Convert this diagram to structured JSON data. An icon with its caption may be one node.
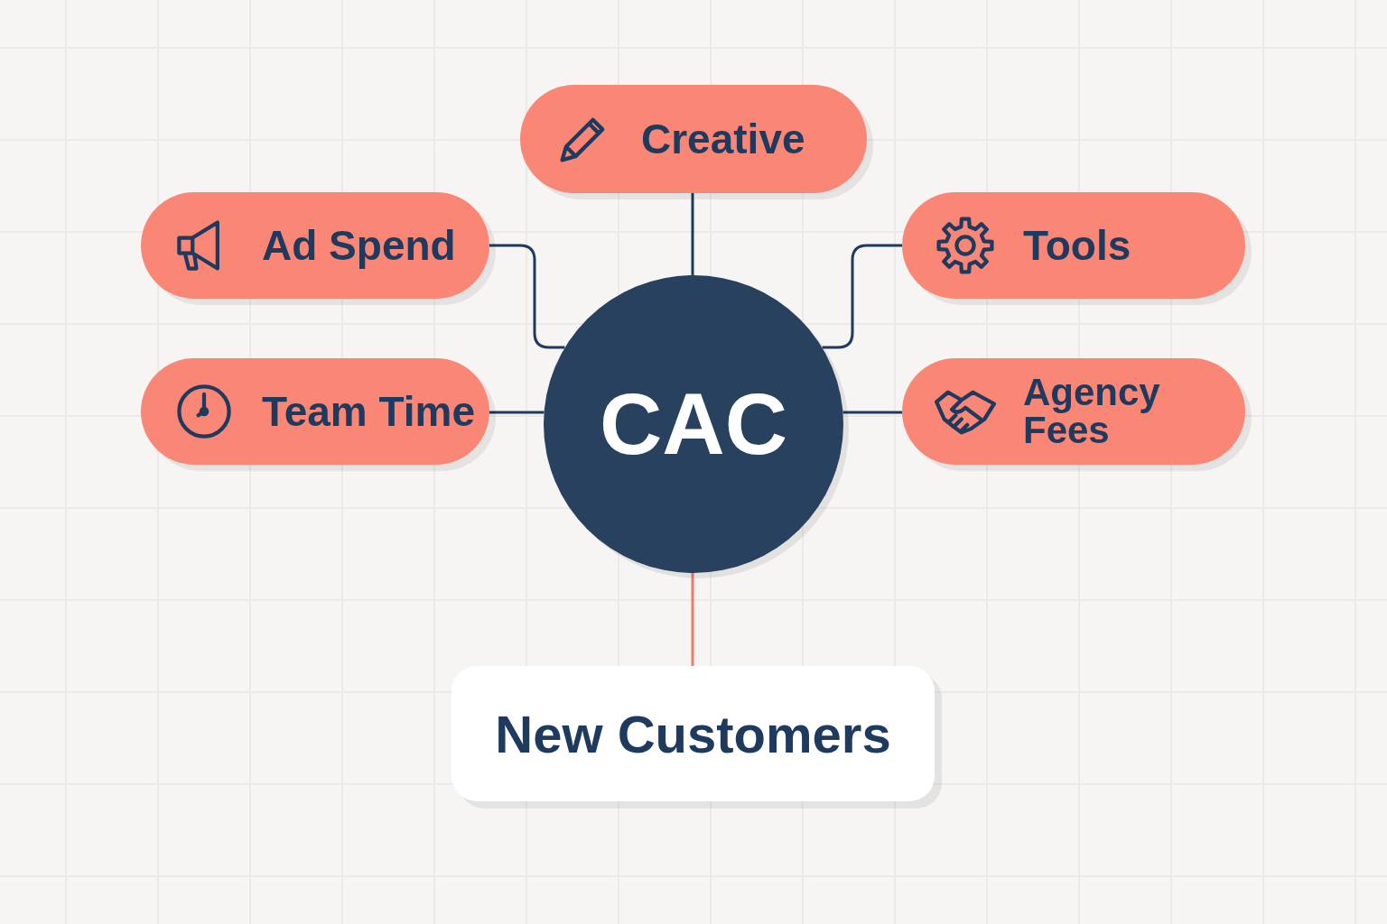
{
  "diagram": {
    "nodes": [
      {
        "text": [
          "CAC"
        ]
      },
      {
        "text": [
          "Creative"
        ]
      },
      {
        "text": [
          "Ad Spend"
        ]
      },
      {
        "text": [
          "Tools"
        ]
      },
      {
        "text": [
          "Team Time"
        ]
      },
      {
        "text": [
          "Agency Fees"
        ]
      },
      {
        "text": [
          "New Customers"
        ]
      }
    ],
    "edges": [
      {
        "from": 1,
        "to": 0,
        "arrow": "none"
      },
      {
        "from": 2,
        "to": 0,
        "arrow": "none"
      },
      {
        "from": 3,
        "to": 0,
        "arrow": "none"
      },
      {
        "from": 4,
        "to": 0,
        "arrow": "none"
      },
      {
        "from": 5,
        "to": 0,
        "arrow": "none"
      },
      {
        "from": 0,
        "to": 6,
        "arrow": "none",
        "color": "#ec7a68"
      }
    ]
  }
}
